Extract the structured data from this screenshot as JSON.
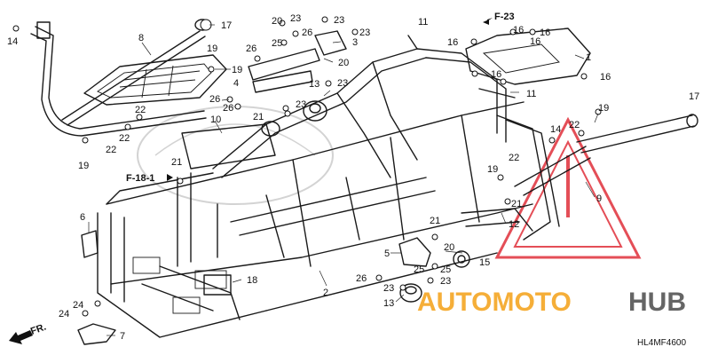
{
  "diagram_code": "HL4MF4600",
  "references": {
    "f23": "F-23",
    "f18": "F-18-1"
  },
  "direction": {
    "label": "FR."
  },
  "watermark": {
    "part1": "AUTOMOTO",
    "part2": "HUB",
    "accent_color": "#f5a623",
    "dark_color": "#555555",
    "triangle_color": "#e0303a"
  },
  "callouts": [
    {
      "id": "c14a",
      "text": "14"
    },
    {
      "id": "c17a",
      "text": "17"
    },
    {
      "id": "c8",
      "text": "8"
    },
    {
      "id": "c19a",
      "text": "19"
    },
    {
      "id": "c19b",
      "text": "19"
    },
    {
      "id": "c20a",
      "text": "20"
    },
    {
      "id": "c23a",
      "text": "23"
    },
    {
      "id": "c23b",
      "text": "23"
    },
    {
      "id": "c26a",
      "text": "26"
    },
    {
      "id": "c26b",
      "text": "26"
    },
    {
      "id": "c3",
      "text": "3"
    },
    {
      "id": "c23c",
      "text": "23"
    },
    {
      "id": "c20b",
      "text": "20"
    },
    {
      "id": "c25a",
      "text": "25"
    },
    {
      "id": "c4",
      "text": "4"
    },
    {
      "id": "c26c",
      "text": "26"
    },
    {
      "id": "c26d",
      "text": "26"
    },
    {
      "id": "c13a",
      "text": "13"
    },
    {
      "id": "c23d",
      "text": "23"
    },
    {
      "id": "c23e",
      "text": "23"
    },
    {
      "id": "c22a",
      "text": "22"
    },
    {
      "id": "c22b",
      "text": "22"
    },
    {
      "id": "c22c",
      "text": "22"
    },
    {
      "id": "c10",
      "text": "10"
    },
    {
      "id": "c21a",
      "text": "21"
    },
    {
      "id": "c19c",
      "text": "19"
    },
    {
      "id": "c21b",
      "text": "21"
    },
    {
      "id": "c11a",
      "text": "11"
    },
    {
      "id": "c16a",
      "text": "16"
    },
    {
      "id": "c16b",
      "text": "16"
    },
    {
      "id": "c16c",
      "text": "16"
    },
    {
      "id": "c16d",
      "text": "16"
    },
    {
      "id": "c1",
      "text": "1"
    },
    {
      "id": "c16e",
      "text": "16"
    },
    {
      "id": "c16f",
      "text": "16"
    },
    {
      "id": "c11b",
      "text": "11"
    },
    {
      "id": "c17b",
      "text": "17"
    },
    {
      "id": "c19d",
      "text": "19"
    },
    {
      "id": "c14b",
      "text": "14"
    },
    {
      "id": "c22d",
      "text": "22"
    },
    {
      "id": "c22e",
      "text": "22"
    },
    {
      "id": "c19e",
      "text": "19"
    },
    {
      "id": "c9",
      "text": "9"
    },
    {
      "id": "c21c",
      "text": "21"
    },
    {
      "id": "c12",
      "text": "12"
    },
    {
      "id": "c21d",
      "text": "21"
    },
    {
      "id": "c20c",
      "text": "20"
    },
    {
      "id": "c5",
      "text": "5"
    },
    {
      "id": "c15",
      "text": "15"
    },
    {
      "id": "c25b",
      "text": "25"
    },
    {
      "id": "c26e",
      "text": "26"
    },
    {
      "id": "c25c",
      "text": "25"
    },
    {
      "id": "c23f",
      "text": "23"
    },
    {
      "id": "c23g",
      "text": "23"
    },
    {
      "id": "c13b",
      "text": "13"
    },
    {
      "id": "c6",
      "text": "6"
    },
    {
      "id": "c18",
      "text": "18"
    },
    {
      "id": "c2",
      "text": "2"
    },
    {
      "id": "c24a",
      "text": "24"
    },
    {
      "id": "c24b",
      "text": "24"
    },
    {
      "id": "c7",
      "text": "7"
    }
  ]
}
